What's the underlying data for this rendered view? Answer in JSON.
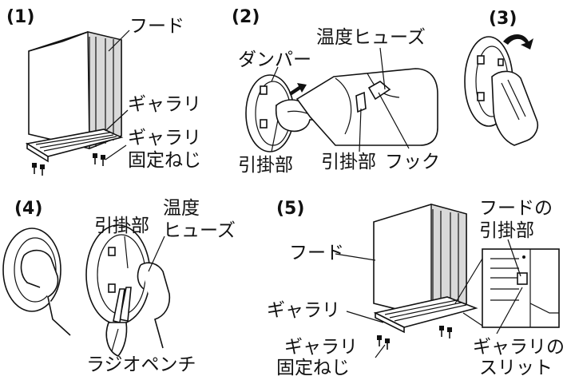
{
  "steps": {
    "s1": "(1)",
    "s2": "(2)",
    "s3": "(3)",
    "s4": "(4)",
    "s5": "(5)"
  },
  "labels": {
    "hood": "フード",
    "gallery": "ギャラリ",
    "gallery_screw_1": "ギャラリ",
    "gallery_screw_2": "固定ねじ",
    "temp_fuse": "温度ヒューズ",
    "damper": "ダンパー",
    "hook_part_a": "引掛部",
    "hook_part_b": "引掛部",
    "hook": "フック",
    "hook_part_4": "引掛部",
    "temp_4a": "温度",
    "temp_4b": "ヒューズ",
    "pliers": "ラジオペンチ",
    "hood_5": "フード",
    "hood_hook_1": "フードの",
    "hood_hook_2": "引掛部",
    "gallery_5": "ギャラリ",
    "gallery_screw_5a": "ギャラリ",
    "gallery_screw_5b": "固定ねじ",
    "gallery_slit_1": "ギャラリの",
    "gallery_slit_2": "スリット"
  }
}
